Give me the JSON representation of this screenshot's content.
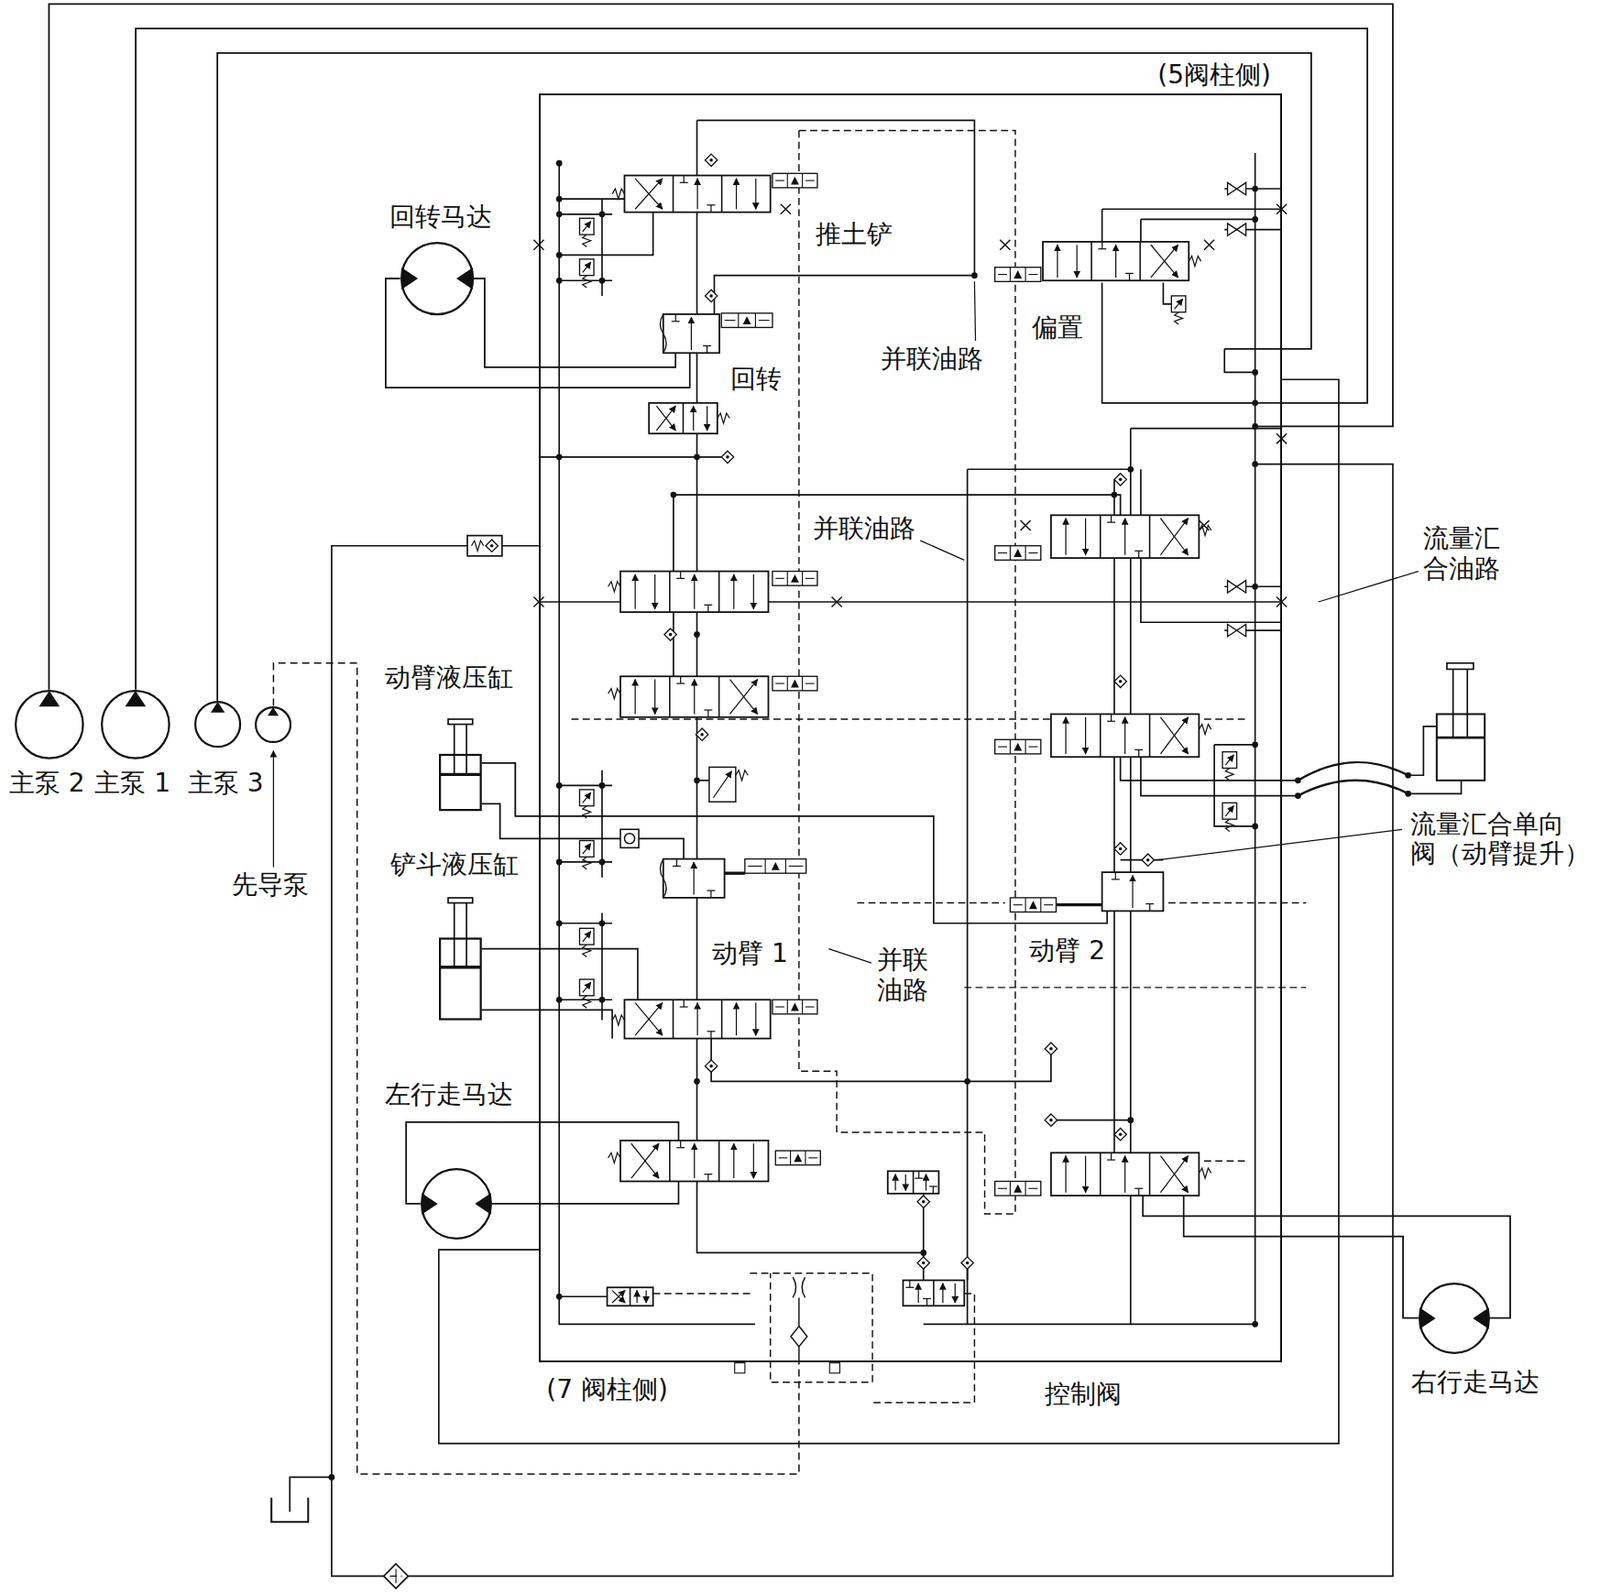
{
  "diagram": {
    "nodes": [
      {
        "text": [
          "控制阀"
        ]
      },
      {
        "text": [
          "回转马达"
        ]
      },
      {
        "text": [
          "主泵 2"
        ]
      },
      {
        "text": [
          "主泵 1"
        ]
      },
      {
        "text": [
          "主泵 3"
        ]
      },
      {
        "text": [
          "先导泵"
        ]
      },
      {
        "text": [
          "动臂液压缸"
        ]
      },
      {
        "text": [
          "铲斗液压缸"
        ]
      },
      {
        "text": [
          "左行走马达"
        ]
      },
      {
        "text": [
          "右行走马达"
        ]
      }
    ],
    "edges": [
      {
        "from": 2,
        "to": 0,
        "arrow": "none"
      },
      {
        "from": 3,
        "to": 0,
        "arrow": "none"
      },
      {
        "from": 4,
        "to": 0,
        "arrow": "none"
      },
      {
        "from": 5,
        "to": 0,
        "arrow": "none"
      },
      {
        "from": 1,
        "to": 0,
        "arrow": "none"
      },
      {
        "from": 1,
        "to": 0,
        "arrow": "none"
      },
      {
        "from": 6,
        "to": 0,
        "arrow": "none"
      },
      {
        "from": 6,
        "to": 0,
        "arrow": "none"
      },
      {
        "from": 7,
        "to": 0,
        "arrow": "none"
      },
      {
        "from": 7,
        "to": 0,
        "arrow": "none"
      },
      {
        "from": 8,
        "to": 0,
        "arrow": "none"
      },
      {
        "from": 8,
        "to": 0,
        "arrow": "none"
      },
      {
        "from": 9,
        "to": 0,
        "arrow": "none"
      },
      {
        "from": 9,
        "to": 0,
        "arrow": "none"
      }
    ],
    "labels": [
      "(5阀柱侧)",
      "推土铲",
      "偏置",
      "并联油路",
      "回转",
      "并联油路",
      "流量汇 合油路",
      "流量汇合单向 阀（动臂提升）",
      "动臂 1",
      "动臂 2",
      "并联 油路",
      "(7 阀柱侧)"
    ]
  }
}
